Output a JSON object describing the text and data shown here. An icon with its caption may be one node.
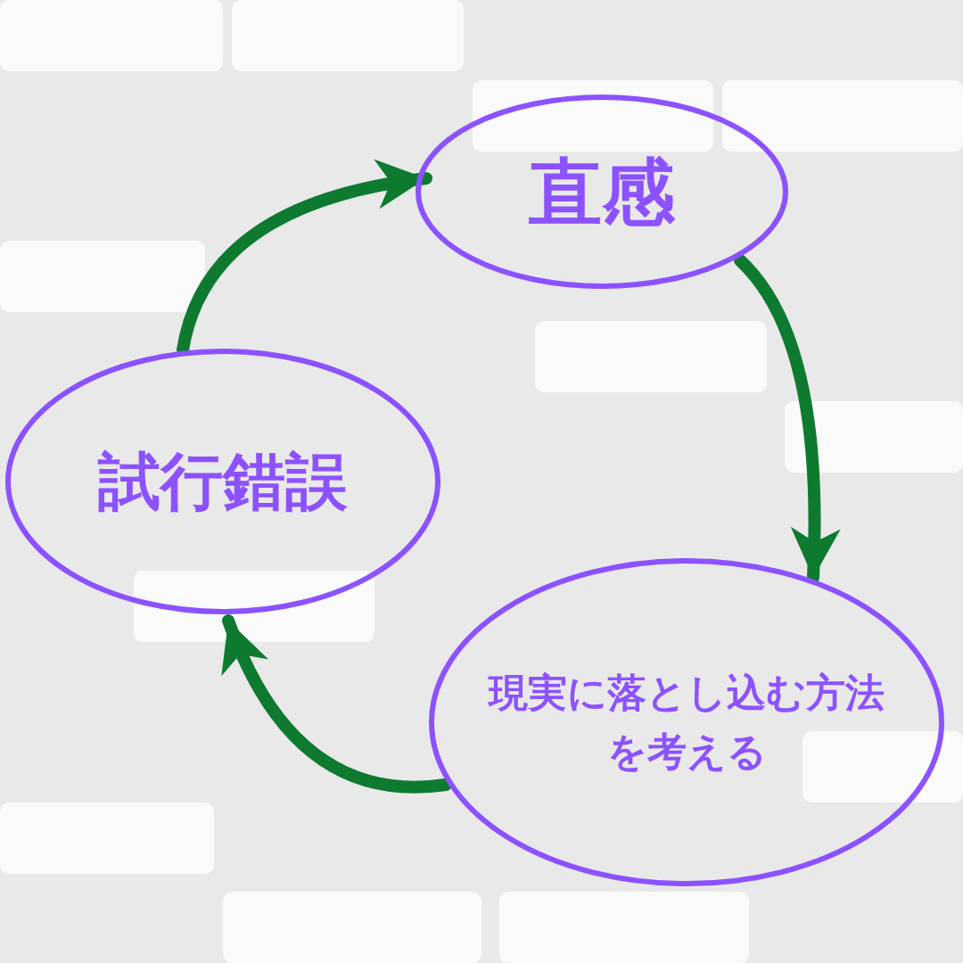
{
  "diagram": {
    "nodes": [
      {
        "text": [
          "直感"
        ]
      },
      {
        "text": [
          "現実に落とし込む方法を考える"
        ]
      },
      {
        "text": [
          "試行錯誤"
        ]
      }
    ],
    "edges": [
      {
        "from": 0,
        "to": 1,
        "arrow": "to"
      },
      {
        "from": 1,
        "to": 2,
        "arrow": "to"
      },
      {
        "from": 2,
        "to": 0,
        "arrow": "to"
      }
    ]
  }
}
